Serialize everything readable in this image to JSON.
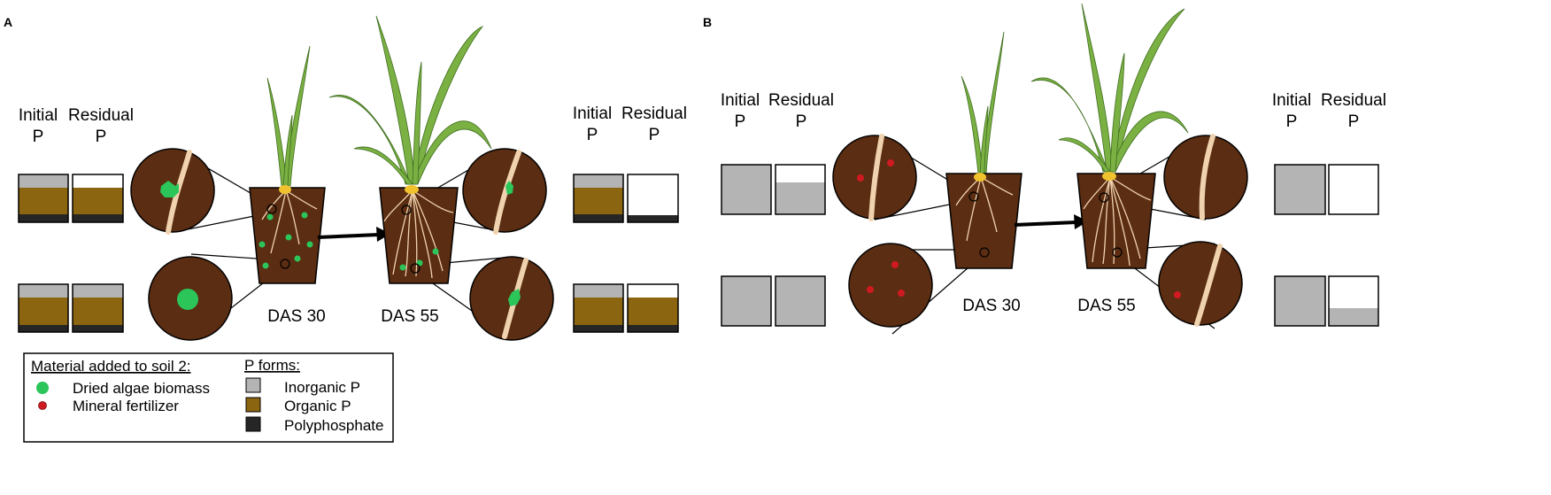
{
  "panels": [
    {
      "letter": "A",
      "col_initial": [
        "Initial",
        "P"
      ],
      "col_residual": [
        "Residual",
        "P"
      ],
      "stage_1": "DAS 30",
      "stage_2": "DAS 55"
    },
    {
      "letter": "B",
      "col_initial": [
        "Initial",
        "P"
      ],
      "col_residual": [
        "Residual",
        "P"
      ],
      "stage_1": "DAS 30",
      "stage_2": "DAS 55"
    }
  ],
  "legend": {
    "material_title": "Material added to soil 2:",
    "materials": [
      {
        "label": "Dried algae biomass",
        "color": "#2cc55a"
      },
      {
        "label": "Mineral fertilizer",
        "color": "#d01a22"
      }
    ],
    "forms_title": "P forms:",
    "forms": [
      {
        "label": "Inorganic P",
        "color": "#b4b4b4"
      },
      {
        "label": "Organic P",
        "color": "#8c6510"
      },
      {
        "label": "Polyphosphate",
        "color": "#262626"
      }
    ]
  },
  "colors": {
    "soil": "#5b2d12",
    "root": "#f0d3ae",
    "leaf": "#7bb043",
    "seed": "#f0c22e"
  }
}
